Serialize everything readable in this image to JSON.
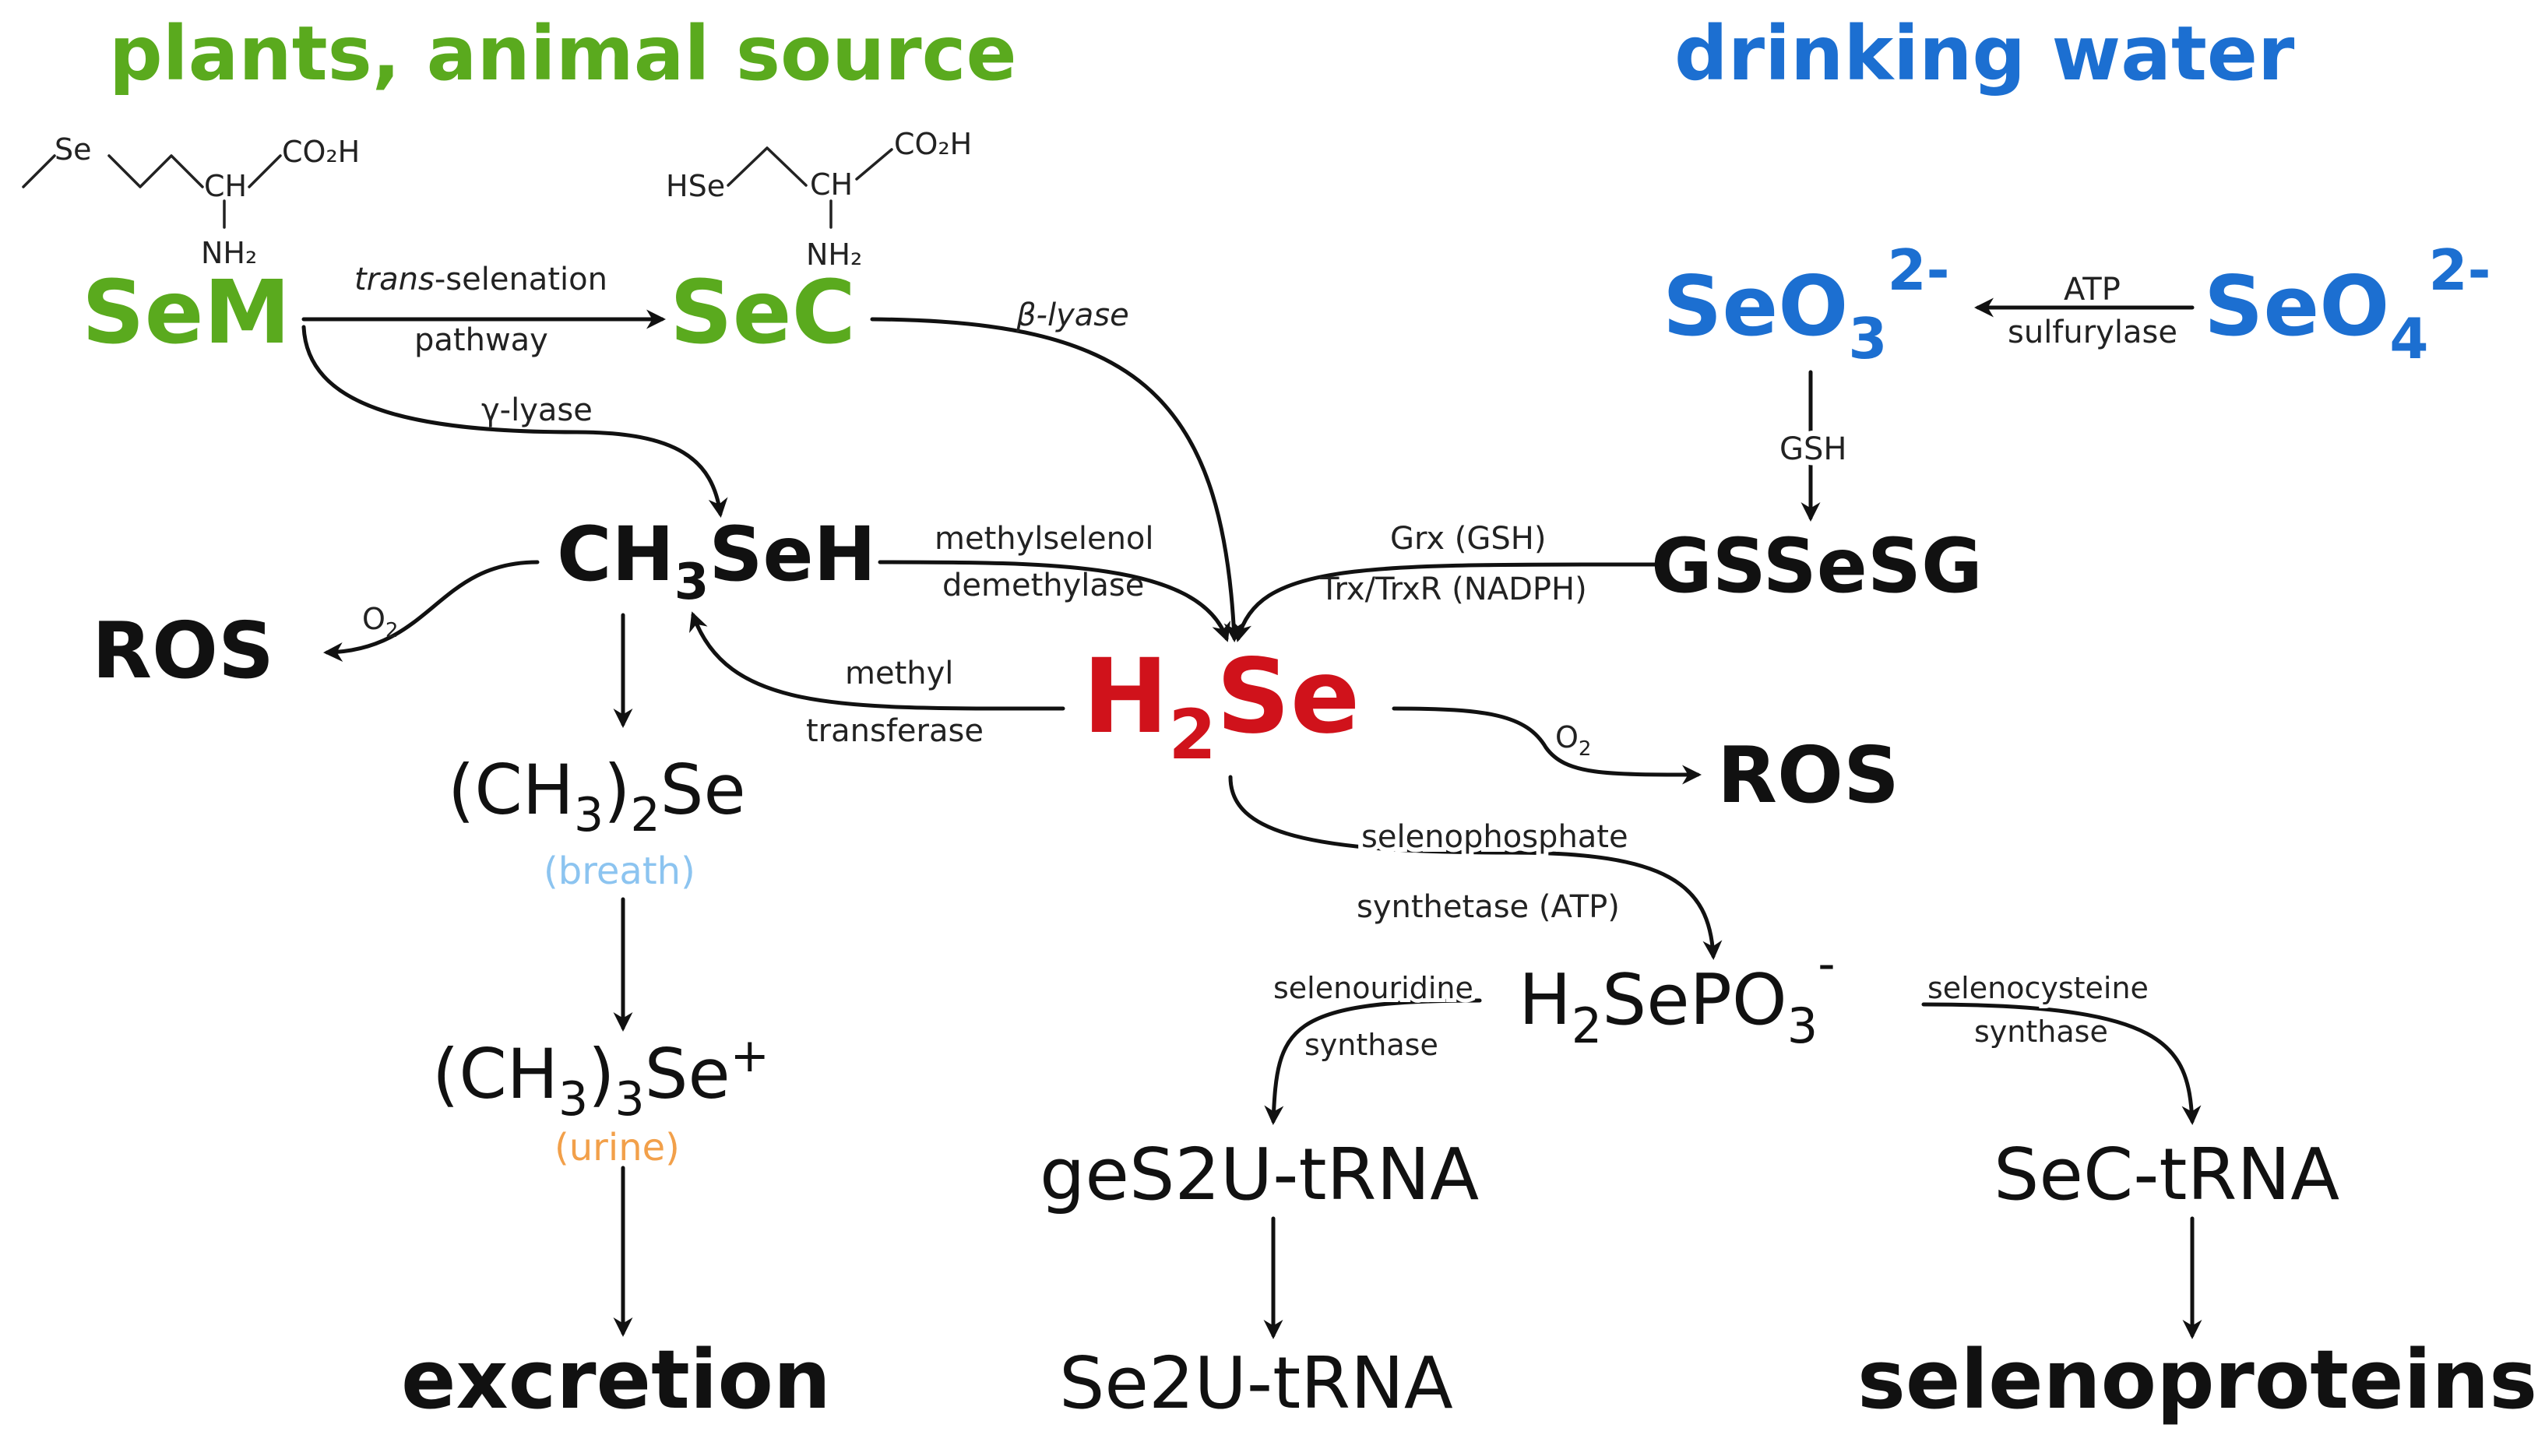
{
  "sources": {
    "plants": "plants, animal source",
    "water": "drinking water"
  },
  "structures": {
    "sem_se": "Se",
    "sem_ch": "CH",
    "sem_co2h": "CO₂H",
    "sem_nh2": "NH₂",
    "sec_hse": "HSe",
    "sec_ch": "CH",
    "sec_co2h": "CO₂H",
    "sec_nh2": "NH₂"
  },
  "species": {
    "sem": "SeM",
    "sec": "SeC",
    "seo3": "SeO",
    "seo3_sub": "3",
    "seo3_sup": "2-",
    "seo4": "SeO",
    "seo4_sub": "4",
    "seo4_sup": "2-",
    "gssesg": "GSSeSG",
    "ch3seh_a": "CH",
    "ch3seh_sub": "3",
    "ch3seh_b": "SeH",
    "ros_left": "ROS",
    "h2se_a": "H",
    "h2se_sub": "2",
    "h2se_b": "Se",
    "ros_right": "ROS",
    "dms_a": "(CH",
    "dms_sub1": "3",
    "dms_b": ")",
    "dms_sub2": "2",
    "dms_c": "Se",
    "tms_a": "(CH",
    "tms_sub1": "3",
    "tms_b": ")",
    "tms_sub2": "3",
    "tms_c": "Se",
    "tms_sup": "+",
    "h2sepo3_a": "H",
    "h2sepo3_sub1": "2",
    "h2sepo3_b": "SePO",
    "h2sepo3_sub2": "3",
    "h2sepo3_sup": "-",
    "ges2u": "geS2U-tRNA",
    "se2u": "Se2U-tRNA",
    "sectrna": "SeC-tRNA",
    "excretion": "excretion",
    "selenoproteins": "selenoproteins"
  },
  "notes": {
    "breath": "(breath)",
    "urine": "(urine)"
  },
  "enzymes": {
    "trans_italic": "trans",
    "trans_rest": "-selenation",
    "pathway": "pathway",
    "beta_lyase": "β-lyase",
    "gamma_lyase": "γ-lyase",
    "atp": "ATP",
    "sulfurylase": "sulfurylase",
    "gsh": "GSH",
    "methylselenol": "methylselenol",
    "demethylase": "demethylase",
    "grx": "Grx (GSH)",
    "trx": "Trx/TrxR (NADPH)",
    "o2_left": "O",
    "o2_left_sub": "2",
    "methyl": "methyl",
    "transferase": "transferase",
    "o2_right": "O",
    "o2_right_sub": "2",
    "selenophosphate": "selenophosphate",
    "synthetase": "synthetase (ATP)",
    "selenouridine": "selenouridine",
    "synthase_left": "synthase",
    "selenocysteine": "selenocysteine",
    "synthase_right": "synthase"
  },
  "colors": {
    "green": "#5aaa1e",
    "blue": "#1c6fd1",
    "red": "#d0121b",
    "breath": "#8cc4f0",
    "urine": "#f2a04a",
    "black": "#111111"
  }
}
